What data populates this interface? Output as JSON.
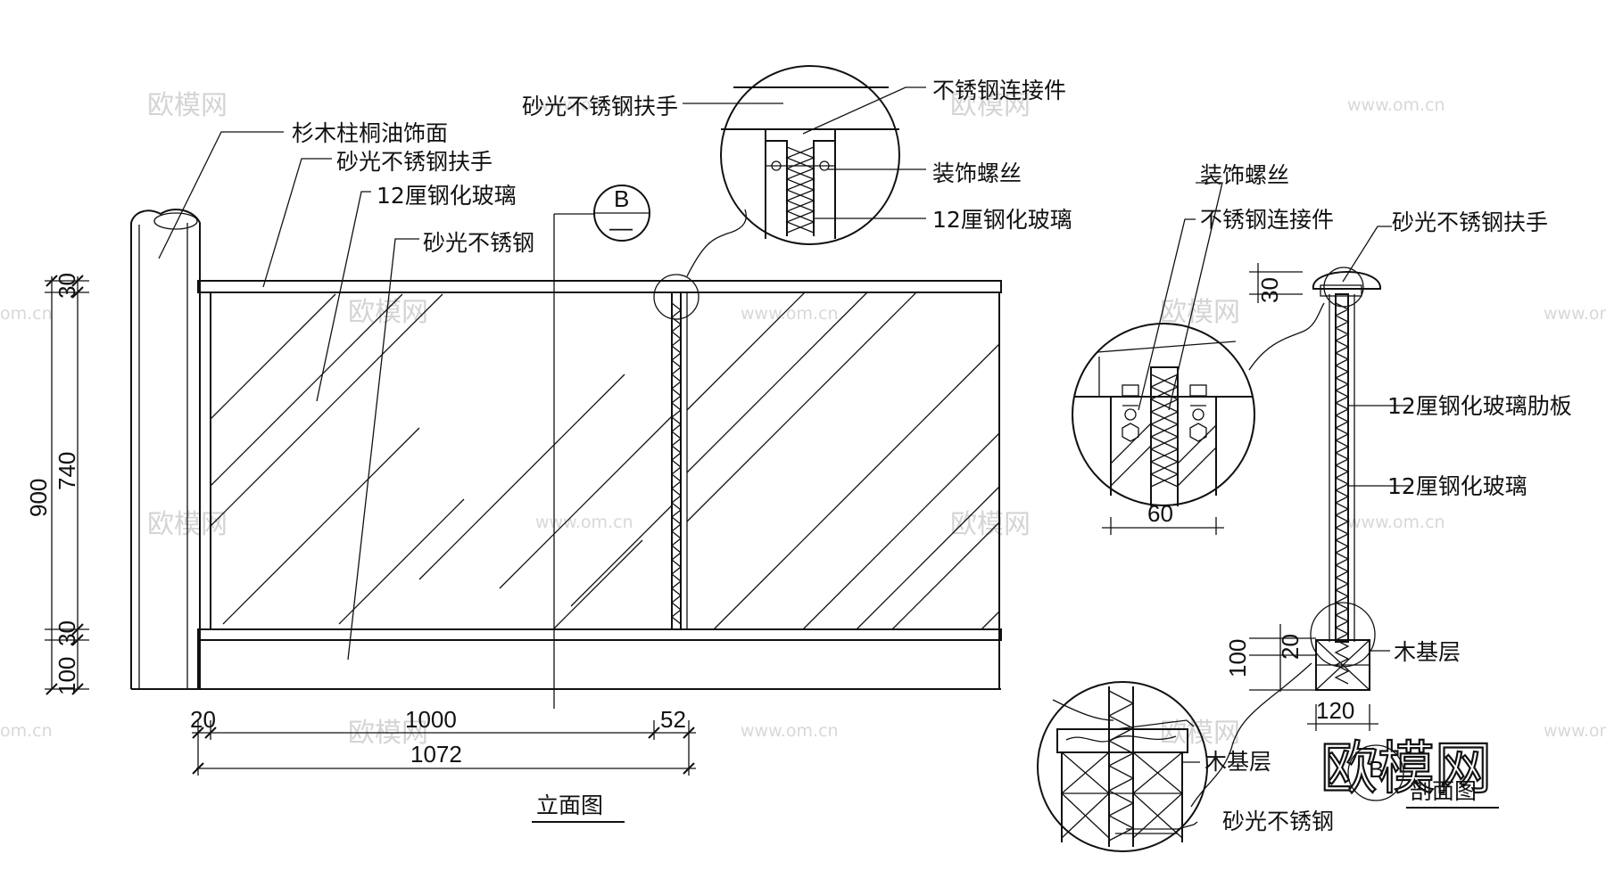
{
  "watermark": {
    "brand": "欧模网",
    "url": "www.om.cn",
    "url_partial": "om.cn"
  },
  "elevation": {
    "title": "立面图",
    "callouts": {
      "fir_column": "杉木柱桐油饰面",
      "handrail": "砂光不锈钢扶手",
      "glass": "12厘钢化玻璃",
      "steel": "砂光不锈钢"
    },
    "section_marker": {
      "letter": "B",
      "sheet": "—"
    },
    "dims_vertical": {
      "total": "900",
      "panel": "740",
      "top": "30",
      "bottom_rail": "30",
      "base": "100"
    },
    "dims_horizontal": {
      "post": "20",
      "span": "1000",
      "joint": "52",
      "total": "1072"
    }
  },
  "detail_top": {
    "callouts": {
      "handrail": "砂光不锈钢扶手",
      "connector": "不锈钢连接件",
      "screw": "装饰螺丝",
      "glass": "12厘钢化玻璃"
    }
  },
  "section": {
    "title": "剖面图",
    "marker": "B",
    "callouts": {
      "screw": "装饰螺丝",
      "connector": "不锈钢连接件",
      "handrail": "砂光不锈钢扶手",
      "rib": "12厘钢化玻璃肋板",
      "glass": "12厘钢化玻璃",
      "wood_base": "木基层"
    },
    "dims": {
      "top": "30",
      "rail": "20",
      "base": "100",
      "width": "120",
      "detail_width": "60"
    }
  },
  "detail_bottom": {
    "callouts": {
      "wood_base": "木基层",
      "steel": "砂光不锈钢"
    }
  }
}
